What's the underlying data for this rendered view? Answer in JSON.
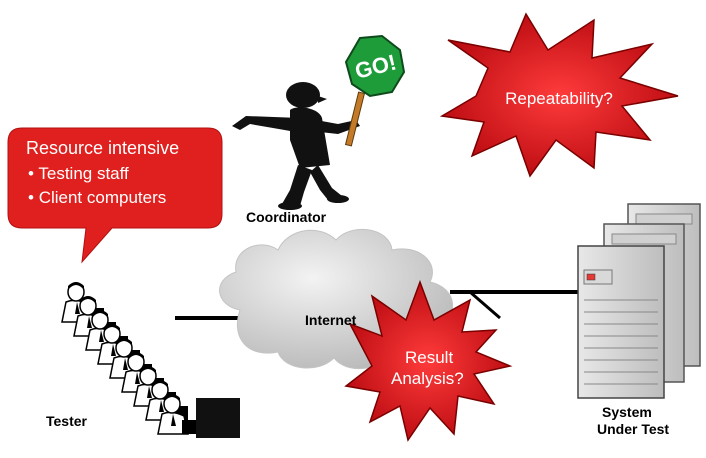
{
  "bubble": {
    "title": "Resource intensive",
    "items": [
      "Testing staff",
      "Client computers"
    ]
  },
  "labels": {
    "coordinator": "Coordinator",
    "internet": "Internet",
    "tester": "Tester",
    "sut_line1": "System",
    "sut_line2": "Under Test"
  },
  "sign_text": "GO!",
  "burst_repeatability": "Repeatability?",
  "burst_result_line1": "Result",
  "burst_result_line2": "Analysis?",
  "colors": {
    "bubble_red": "#e0201e",
    "burst_red": "#d9141b",
    "sign_green": "#1e9c3a",
    "cloud_gray": "#d4d4d4"
  }
}
